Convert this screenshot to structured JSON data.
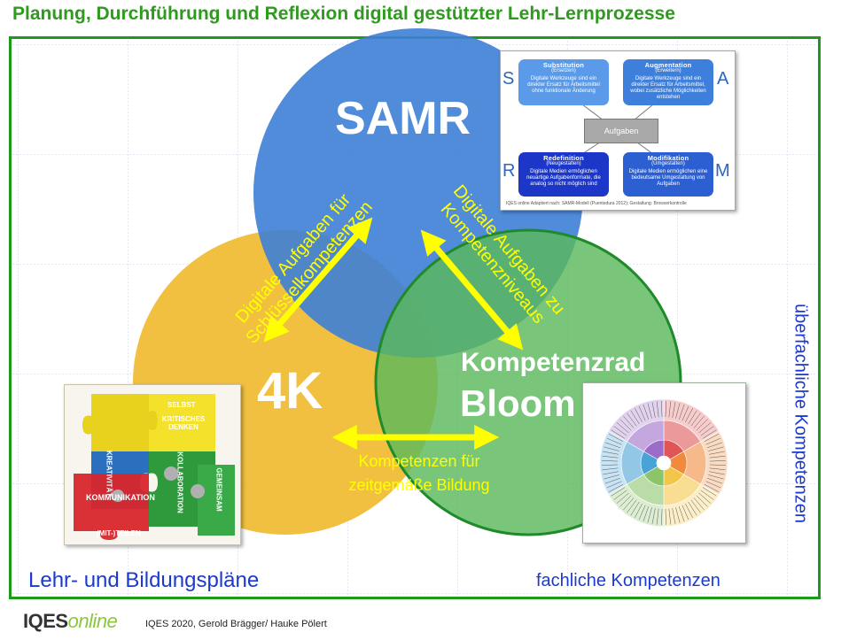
{
  "title": "Planung, Durchführung und Reflexion digital gestützter Lehr-Lernprozesse",
  "circles": {
    "samr": {
      "label": "SAMR",
      "color": "#3d7fd6"
    },
    "fourk": {
      "label": "4K",
      "color": "#f0b92b"
    },
    "bloom": {
      "line1": "Kompetenzrad",
      "line2": "Bloom",
      "color": "#5cb85c"
    }
  },
  "arrows": {
    "left": {
      "line1": "Digitale Aufgaben für",
      "line2": "Schlüsselkompetenzen"
    },
    "right": {
      "line1": "Digitale Aufgaben zu",
      "line2": "Kompetenzniveaus"
    },
    "bottom": {
      "line1": "Kompetenzen für",
      "line2": "zeitgemäße Bildung"
    },
    "color": "#ffff00"
  },
  "corner_labels": {
    "bottom_left": "Lehr- und Bildungspläne",
    "bottom_right": "fachliche Kompetenzen",
    "right_vertical": "überfachliche Kompetenzen"
  },
  "samr_card": {
    "letters": [
      "S",
      "A",
      "R",
      "M"
    ],
    "center": "Aufgaben",
    "boxes": [
      {
        "title": "Substitution",
        "sub": "(Ersetzen)",
        "text": "Digitale Werkzeuge sind ein direkter Ersatz für Arbeitsmittel ohne funktionale Änderung"
      },
      {
        "title": "Augmentation",
        "sub": "(Erweitern)",
        "text": "Digitale Werkzeuge sind ein direkter Ersatz für Arbeitsmittel, wobei zusätzliche Möglichkeiten entstehen"
      },
      {
        "title": "Redefinition",
        "sub": "(Neugestalten)",
        "text": "Digitale Medien ermöglichen neuartige Aufgabenformate, die analog so nicht möglich sind"
      },
      {
        "title": "Modifikation",
        "sub": "(Umgestalten)",
        "text": "Digitale Medien ermöglichen eine bedeutsame Umgestaltung von Aufgaben"
      }
    ],
    "footer": "IQES online   Adaptiert nach: SAMR-Modell (Puentedura 2012); Gestaltung: Browserkontrolle"
  },
  "puzzle": {
    "pieces": [
      {
        "label": "SELBST",
        "color": "#e8d21e"
      },
      {
        "label": "KRITISCHES DENKEN",
        "color": "#f4e12a"
      },
      {
        "label": "KREATIVITÄT",
        "color": "#2b6fbf"
      },
      {
        "label": "KOLLABORATION",
        "color": "#2e9a3c"
      },
      {
        "label": "KOMMUNIKATION",
        "color": "#d8262b"
      },
      {
        "label": "(MIT-)TEILEN",
        "color": "#d8262b"
      },
      {
        "label": "GEMEINSAM",
        "color": "#2e9a3c"
      }
    ]
  },
  "wheel": {
    "segment_colors": [
      "#e05555",
      "#f08a3c",
      "#f3c64a",
      "#8cc46a",
      "#4aa3d6",
      "#9b6cc8"
    ]
  },
  "footer": {
    "logo_main": "IQES",
    "logo_accent": "online",
    "credit": "IQES 2020, Gerold Brägger/ Hauke Pölert"
  }
}
